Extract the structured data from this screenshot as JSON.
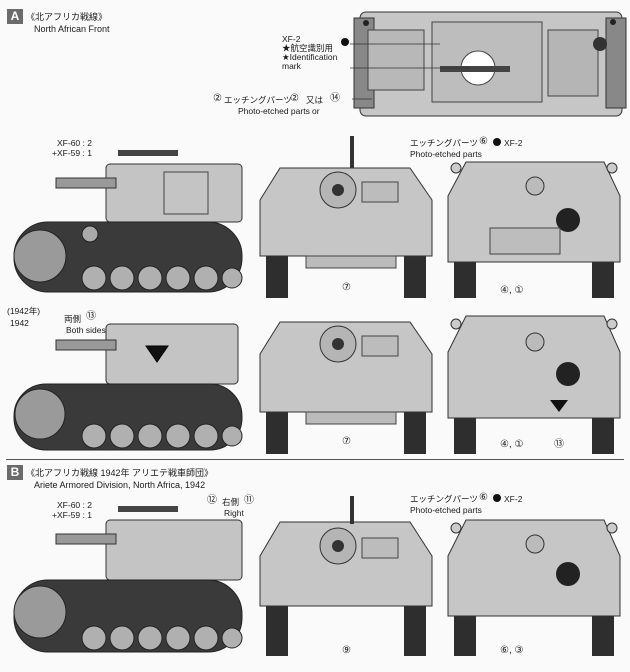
{
  "sectionA": {
    "badge": "A",
    "title_jp": "《北アフリカ戦線》",
    "title_en": "North African Front",
    "top_view": {
      "paint": "XF-2",
      "mark_jp": "★航空識別用",
      "mark_en1": "★Identification",
      "mark_en2": "mark",
      "pe_jp": "エッチングパーツ",
      "pe_num1": "②",
      "pe_or_jp": "又は",
      "pe_num2": "⑭",
      "pe_en": "Photo-etched parts",
      "pe_or_en": "or"
    },
    "side1": {
      "paint1": "XF-60 : 2",
      "paint2": "+XF-59 : 1"
    },
    "rear_top": {
      "pe_jp": "エッチングパーツ",
      "pe_num": "⑥",
      "paint": "XF-2",
      "pe_en": "Photo-etched parts",
      "parts": "④, ①"
    },
    "front1_part": "⑦",
    "year_label": "(1942年)",
    "year_en": "1942",
    "side2": {
      "both_jp": "両側",
      "both_num": "⑬",
      "both_en": "Both sides"
    },
    "front2_part": "⑦",
    "rear2_parts": "④, ①",
    "rear2_decal": "⑬"
  },
  "sectionB": {
    "badge": "B",
    "title_jp": "《北アフリカ戦線 1942年 アリエテ戦車師団》",
    "title_en": "Ariete Armored Division, North Africa, 1942",
    "side": {
      "paint1": "XF-60 : 2",
      "paint2": "+XF-59 : 1",
      "num12": "⑫",
      "right_jp": "右側",
      "num11": "⑪",
      "right_en": "Right"
    },
    "rear": {
      "pe_jp": "エッチングパーツ",
      "pe_num": "⑥",
      "paint": "XF-2",
      "pe_en": "Photo-etched parts",
      "parts": "⑥, ③"
    },
    "front_part": "⑨"
  },
  "colors": {
    "vehicle": "#c4c4c4",
    "track": "#2a2a2a",
    "badge": "#6b6b6b"
  }
}
